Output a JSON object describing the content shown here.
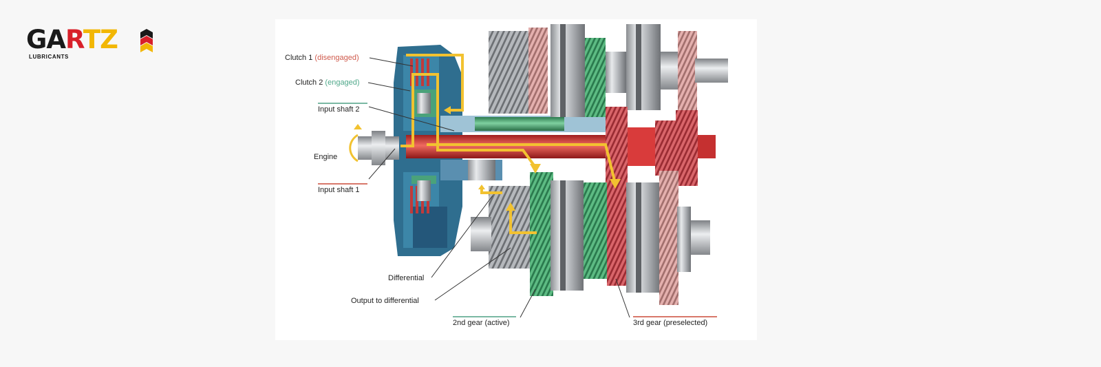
{
  "brand": {
    "name_dark": "GA",
    "name_red": "R",
    "name_yellow": "TZ",
    "tagline": "LUBRICANTS"
  },
  "colors": {
    "clutch_red": "#d32f2f",
    "clutch_green": "#3f9e6b",
    "power_flow": "#f2c230",
    "housing_blue": "#2f6e8f",
    "steel": "#b9bcc0"
  },
  "labels": {
    "clutch1": {
      "text": "Clutch 1",
      "state": "(disengaged)"
    },
    "clutch2": {
      "text": "Clutch 2",
      "state": "(engaged)"
    },
    "input_shaft_2": "Input shaft 2",
    "engine": "Engine",
    "input_shaft_1": "Input shaft 1",
    "differential": "Differential",
    "output_to_differential": "Output to differential",
    "gear2": "2nd gear (active)",
    "gear3": "3rd gear (preselected)"
  }
}
